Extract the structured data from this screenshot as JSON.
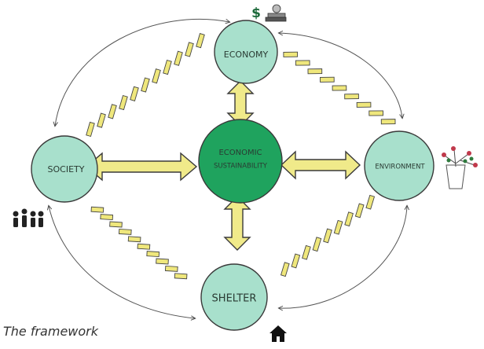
{
  "colors": {
    "node_fill": "#a8e0cc",
    "center_fill": "#1fa35e",
    "arrow_fill": "#f0ea8a",
    "chain_fill": "#efe77c",
    "outline": "#3a3a3a",
    "background": "#ffffff"
  },
  "nodes": {
    "center": {
      "label": "ECONOMIC SUSTAINABILITY",
      "line1": "ECONOMIC",
      "line2": "SUSTAINABILITY"
    },
    "economy": {
      "label": "ECONOMY"
    },
    "society": {
      "label": "SOCIETY"
    },
    "environment": {
      "label": "ENVIRONMENT"
    },
    "shelter": {
      "label": "SHELTER"
    }
  },
  "icons": {
    "economy": "money-icon",
    "society": "people-icon",
    "environment": "plant-icon",
    "shelter": "house-icon"
  },
  "caption": "The framework"
}
